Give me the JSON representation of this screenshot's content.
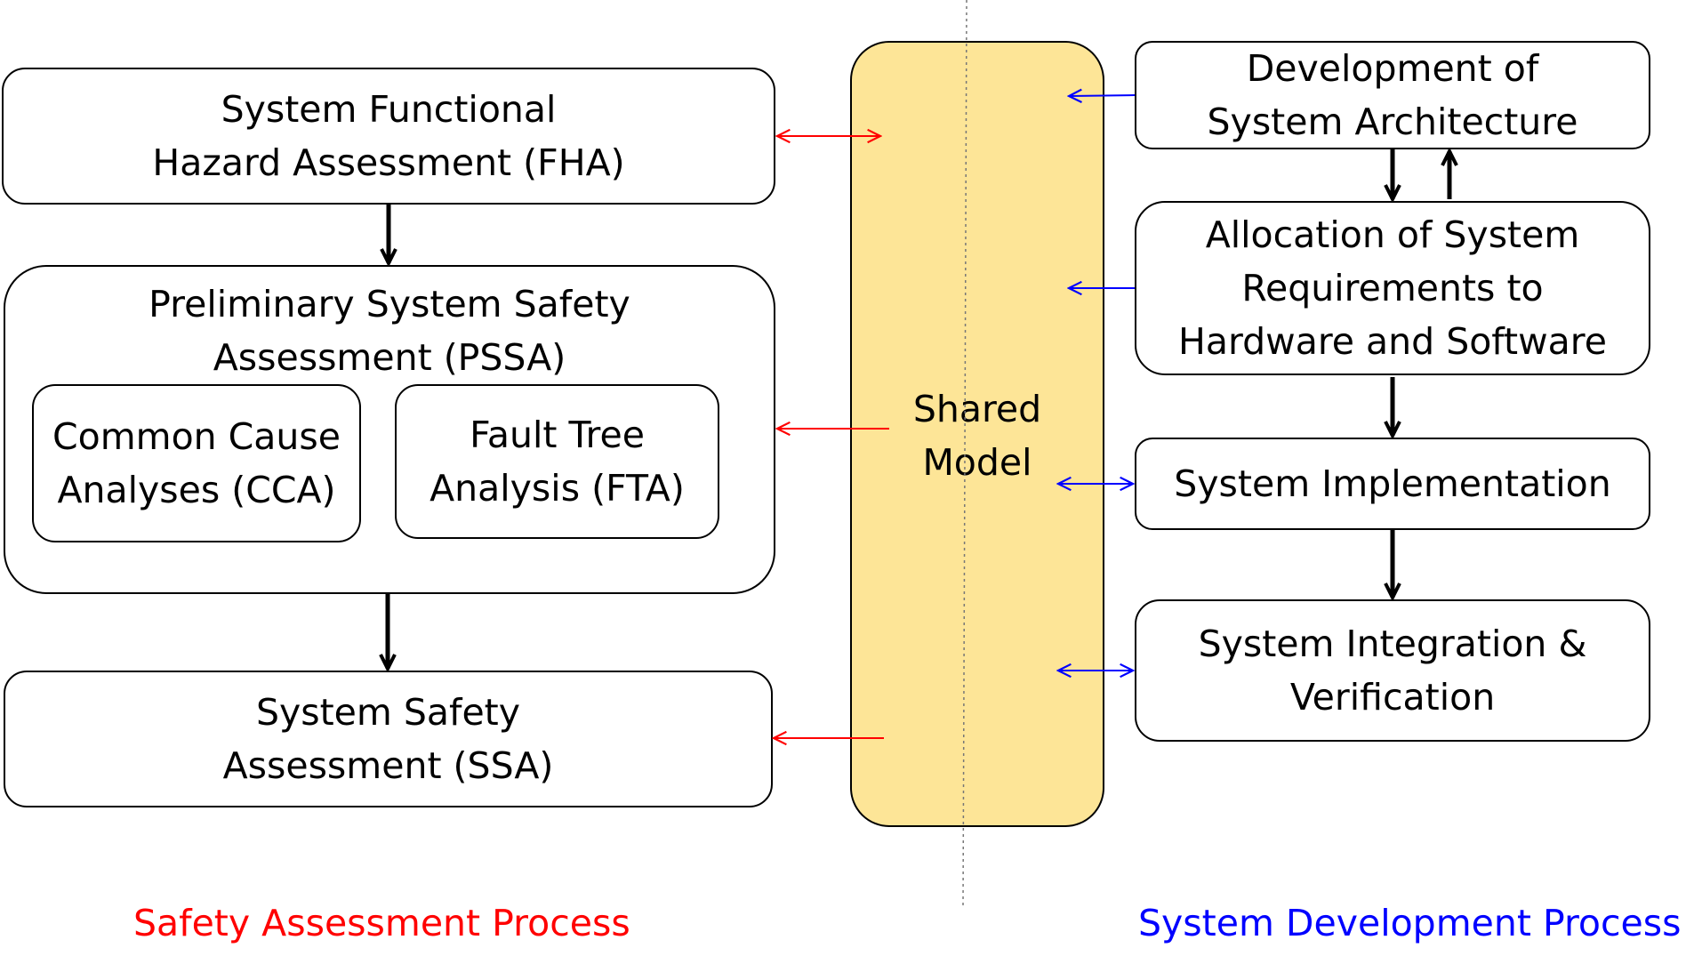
{
  "colors": {
    "shared_fill": "#fde597",
    "safety": "#ff0000",
    "development": "#0000ff",
    "flow": "#000000"
  },
  "safety": {
    "fha": [
      "System Functional",
      "Hazard Assessment (FHA)"
    ],
    "pssa": [
      "Preliminary System Safety",
      "Assessment (PSSA)"
    ],
    "cca": [
      "Common Cause",
      "Analyses (CCA)"
    ],
    "fta": [
      "Fault Tree",
      "Analysis (FTA)"
    ],
    "ssa": [
      "System Safety",
      "Assessment (SSA)"
    ],
    "label": "Safety Assessment Process"
  },
  "shared_model": [
    "Shared",
    "Model"
  ],
  "development": {
    "architecture": [
      "Development of",
      "System Architecture"
    ],
    "allocation": [
      "Allocation of System",
      "Requirements to",
      "Hardware and Software"
    ],
    "implementation": [
      "System Implementation"
    ],
    "integration": [
      "System Integration &",
      "Verification"
    ],
    "label": "System Development Process"
  }
}
